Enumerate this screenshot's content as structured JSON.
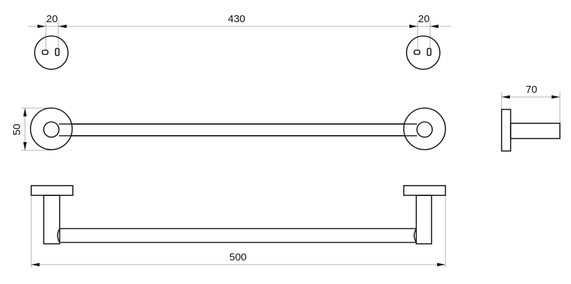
{
  "dimensions": {
    "mount_left": "20",
    "mount_spacing": "430",
    "mount_right": "20",
    "rosette_diameter": "50",
    "projection": "70",
    "total_length": "500"
  },
  "colors": {
    "line": "#1a1a1a",
    "dimension": "#999999"
  }
}
